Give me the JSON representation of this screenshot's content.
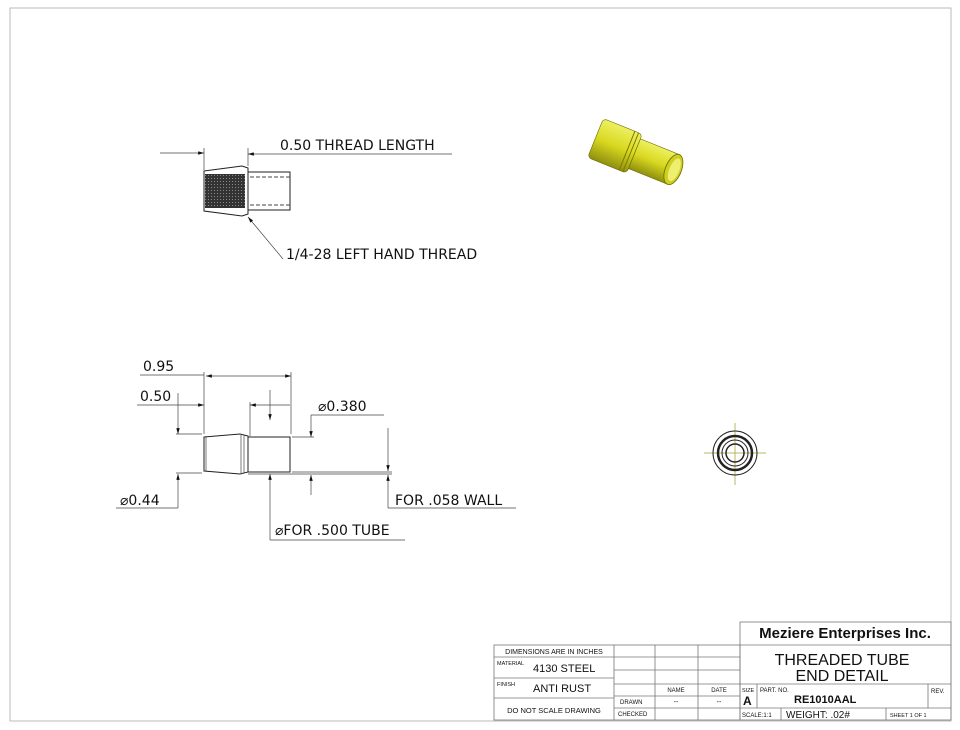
{
  "thread_view": {
    "thread_length_label": "0.50 THREAD LENGTH",
    "thread_note": "1/4-28 LEFT HAND THREAD"
  },
  "side_view": {
    "overall_length": "0.95",
    "thread_section_length": "0.50",
    "dia_outer": "⌀0.44",
    "dia_tube": "⌀0.380",
    "tube_note": "⌀FOR .500 TUBE",
    "wall_note": "FOR .058 WALL"
  },
  "colors": {
    "part_fill": "#d8d820",
    "centerline": "#b8b860"
  },
  "title_block": {
    "units_note": "DIMENSIONS ARE IN INCHES",
    "material_label": "MATERIAL",
    "material_value": "4130 STEEL",
    "finish_label": "FINISH",
    "finish_value": "ANTI RUST",
    "scale_note": "DO NOT SCALE DRAWING",
    "name_header": "NAME",
    "date_header": "DATE",
    "drawn_label": "DRAWN",
    "drawn_name": "--",
    "drawn_date": "--",
    "checked_label": "CHECKED",
    "company": "Meziere Enterprises Inc.",
    "title_line1": "THREADED TUBE",
    "title_line2": "END DETAIL",
    "size_label": "SIZE",
    "size_value": "A",
    "part_no_label": "PART. NO.",
    "part_no_value": "RE1010AAL",
    "rev_label": "REV.",
    "scale": "SCALE:1:1",
    "weight": "WEIGHT: .02#",
    "sheet": "SHEET 1 OF 1"
  }
}
